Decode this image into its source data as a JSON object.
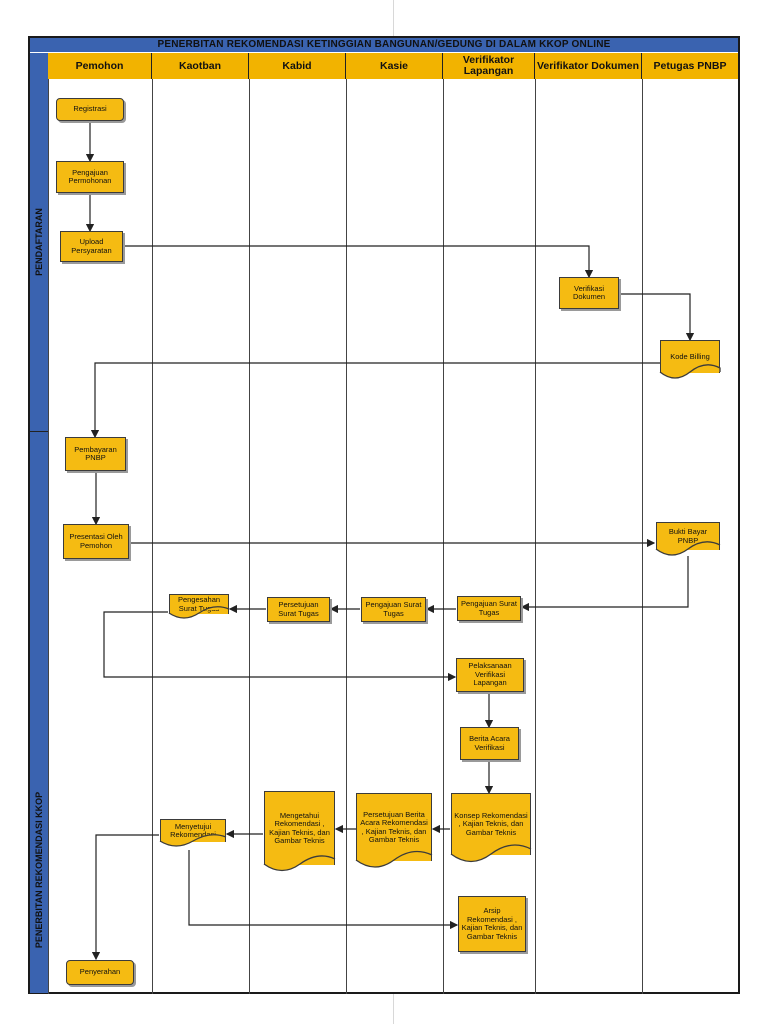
{
  "diagram": {
    "title": "PENERBITAN REKOMENDASI KETINGGIAN BANGUNAN/GEDUNG DI DALAM KKOP ONLINE",
    "lanes": [
      "Pemohon",
      "Kaotban",
      "Kabid",
      "Kasie",
      "Verifikator Lapangan",
      "Verifikator Dokumen",
      "Petugas PNBP"
    ],
    "phases": [
      "PENDAFTARAN",
      "PENERBITAN REKOMENDASI KKOP"
    ],
    "nodes": {
      "registrasi": "Registrasi",
      "pengajuan_permohonan": "Pengajuan Permohonan",
      "upload_persyaratan": "Upload Persyaratan",
      "verifikasi_dokumen": "Verifikasi Dokumen",
      "kode_billing": "Kode Billing",
      "pembayaran_pnbp": "Pembayaran PNBP",
      "presentasi": "Presentasi Oleh Pemohon",
      "bukti_bayar": "Bukti Bayar PNBP",
      "pengajuan_surat_tugas_vl": "Pengajuan Surat Tugas",
      "pengajuan_surat_tugas_kasie": "Pengajuan Surat Tugas",
      "persetujuan_surat_tugas": "Persetujuan Surat Tugas",
      "pengesahan_surat_tugas": "Pengesahan Surat Tugas",
      "pelaksanaan_verifikasi": "Pelaksanaan Verifikasi Lapangan",
      "berita_acara": "Berita Acara Verifikasi",
      "konsep_rekomendasi": "Konsep Rekomendasi , Kajian Teknis, dan Gambar Teknis",
      "persetujuan_berita_acara": "Persetujuan Berita Acara Rekomendasi , Kajian Teknis, dan Gambar Teknis",
      "mengetahui_rekomendasi": "Mengetahui Rekomendasi , Kajian Teknis, dan Gambar Teknis",
      "menyetujui_rekomendasi": "Menyetujui Rekomendasi",
      "arsip_rekomendasi": "Arsip Rekomendasi , Kajian Teknis, dan Gambar Teknis",
      "penyerahan": "Penyerahan"
    },
    "colors": {
      "header": "#3a63b0",
      "lane_header": "#f2b300",
      "box": "#f5bb12",
      "line": "#222222"
    }
  }
}
